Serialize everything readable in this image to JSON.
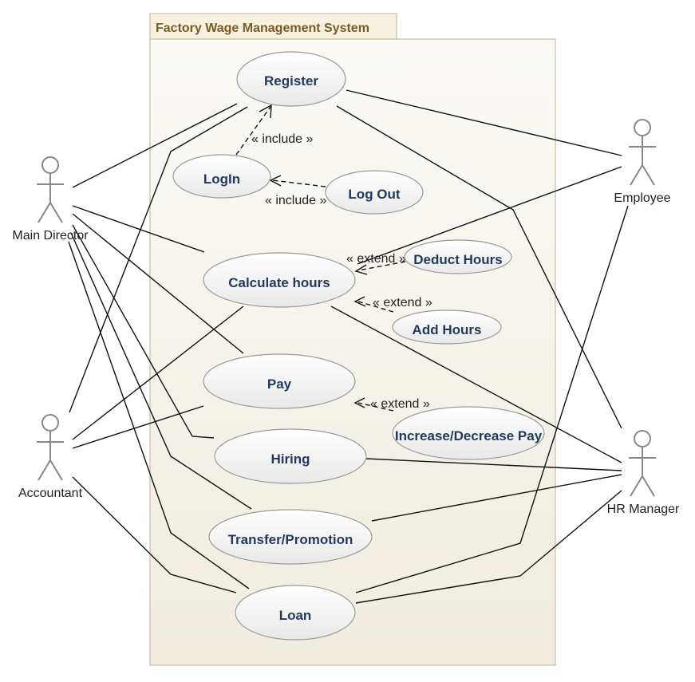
{
  "system": {
    "title": "Factory Wage Management System"
  },
  "use_cases": {
    "register": "Register",
    "login": "LogIn",
    "logout": "Log Out",
    "calculate_hours": "Calculate hours",
    "deduct_hours": "Deduct Hours",
    "add_hours": "Add Hours",
    "pay": "Pay",
    "increase_decrease_pay": "Increase/Decrease Pay",
    "hiring": "Hiring",
    "transfer_promotion": "Transfer/Promotion",
    "loan": "Loan"
  },
  "actors": {
    "main_director": "Main Director",
    "accountant": "Accountant",
    "employee": "Employee",
    "hr_manager": "HR Manager"
  },
  "stereotypes": {
    "include_login_register": "« include »",
    "include_logout_login": "« include »",
    "extend_deduct": "« extend »",
    "extend_add": "« extend »",
    "extend_pay": "« extend »"
  }
}
